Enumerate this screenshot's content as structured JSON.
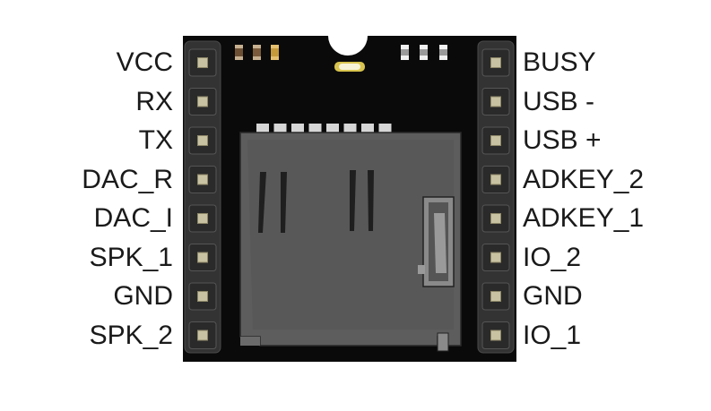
{
  "module": {
    "left_pins": [
      "VCC",
      "RX",
      "TX",
      "DAC_R",
      "DAC_I",
      "SPK_1",
      "GND",
      "SPK_2"
    ],
    "right_pins": [
      "BUSY",
      "USB -",
      "USB +",
      "ADKEY_2",
      "ADKEY_1",
      "IO_2",
      "GND",
      "IO_1"
    ],
    "colors": {
      "board": "#0a0a0a",
      "header": "#3a3a3a",
      "pin": "#c9c2a2",
      "sd_slot": "#5c5c5c",
      "sd_slot_light": "#8a8a8a",
      "label_text": "#1a1a1a",
      "resistor": "#b08a55",
      "capacitor": "#e0e0e0",
      "led": "#f3efcf"
    }
  }
}
